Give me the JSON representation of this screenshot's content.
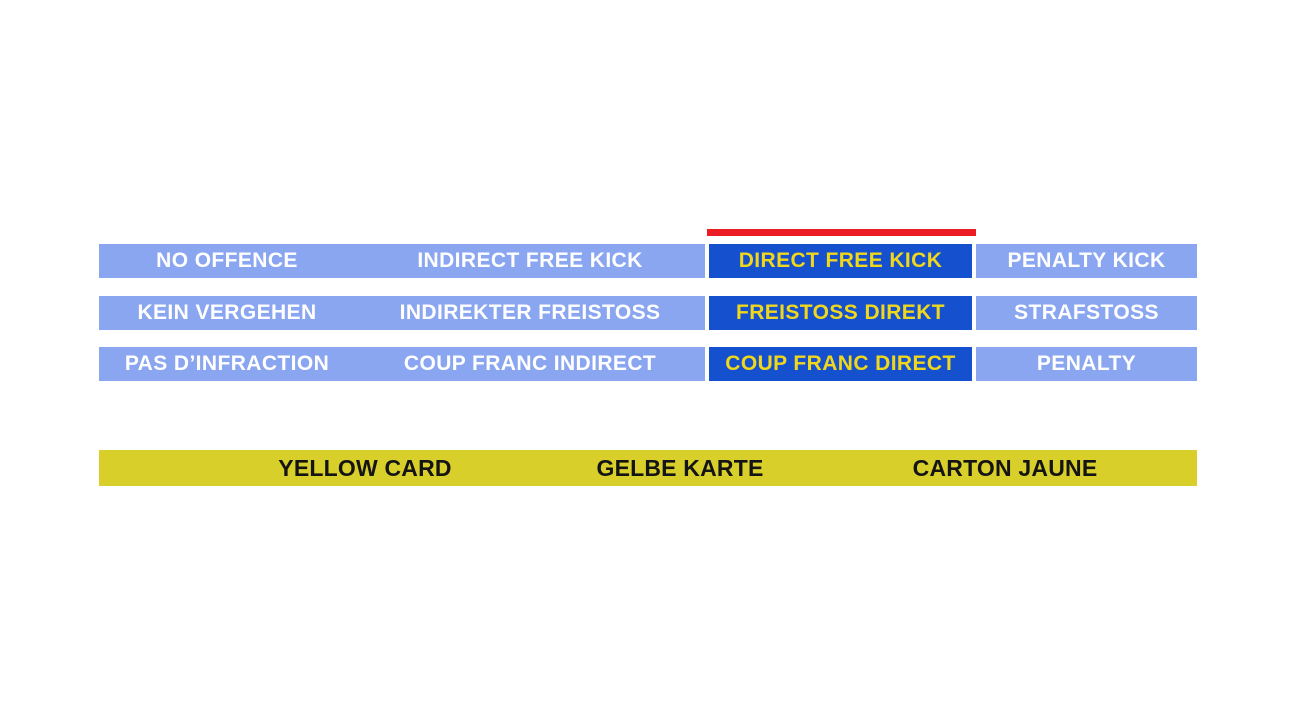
{
  "page": {
    "background": "#ffffff"
  },
  "quiz": {
    "colors": {
      "option_bg": "#8BA6F0",
      "option_text": "#FFFFFF",
      "selected_bg": "#1551CE",
      "selected_text": "#F0D71C",
      "indicator_red": "#EC1C24",
      "card_bar_bg": "#D9CF2B",
      "card_bar_text": "#141414"
    },
    "selected_answer": "DIRECT FREE KICK",
    "rows": [
      {
        "language": "English",
        "options": [
          {
            "label": "NO OFFENCE",
            "selected": false
          },
          {
            "label": "INDIRECT FREE KICK",
            "selected": false
          },
          {
            "label": "DIRECT FREE KICK",
            "selected": true
          },
          {
            "label": "PENALTY KICK",
            "selected": false
          }
        ]
      },
      {
        "language": "German",
        "options": [
          {
            "label": "KEIN VERGEHEN",
            "selected": false
          },
          {
            "label": "INDIREKTER FREISTOSS",
            "selected": false
          },
          {
            "label": "FREISTOSS DIREKT",
            "selected": true
          },
          {
            "label": "STRAFSTOSS",
            "selected": false
          }
        ]
      },
      {
        "language": "French",
        "options": [
          {
            "label": "PAS D’INFRACTION",
            "selected": false
          },
          {
            "label": "COUP FRANC INDIRECT",
            "selected": false
          },
          {
            "label": "COUP FRANC DIRECT",
            "selected": true
          },
          {
            "label": "PENALTY",
            "selected": false
          }
        ]
      }
    ],
    "card_bar": {
      "labels": [
        "YELLOW CARD",
        "GELBE KARTE",
        "CARTON JAUNE"
      ]
    }
  }
}
